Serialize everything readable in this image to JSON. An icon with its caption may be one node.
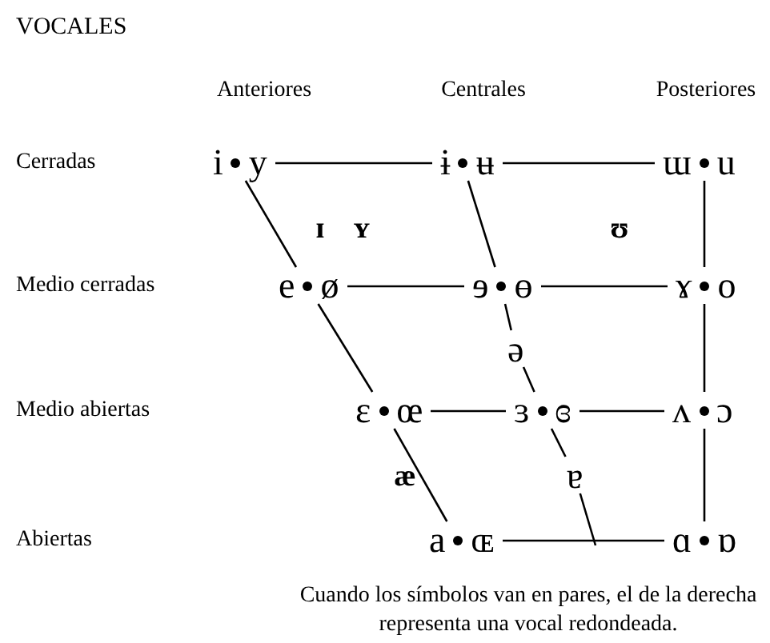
{
  "diagram": {
    "title": "VOCALES",
    "nodes": [
      {
        "text": [
          "i",
          "y"
        ]
      },
      {
        "text": [
          "ɨ",
          "ʉ"
        ]
      },
      {
        "text": [
          "ɯ",
          "u"
        ]
      },
      {
        "text": [
          "e",
          "ø"
        ]
      },
      {
        "text": [
          "ɘ",
          "ɵ"
        ]
      },
      {
        "text": [
          "ɤ",
          "o"
        ]
      },
      {
        "text": [
          "ə"
        ]
      },
      {
        "text": [
          "ɛ",
          "œ"
        ]
      },
      {
        "text": [
          "ɜ",
          "ɞ"
        ]
      },
      {
        "text": [
          "ʌ",
          "ɔ"
        ]
      },
      {
        "text": [
          "ɐ"
        ]
      },
      {
        "text": [
          "a",
          "ɶ"
        ]
      },
      {
        "text": [
          "ɑ",
          "ɒ"
        ]
      }
    ],
    "edges": [
      {
        "from": 0,
        "to": 1,
        "arrow": "none"
      },
      {
        "from": 1,
        "to": 2,
        "arrow": "none"
      },
      {
        "from": 3,
        "to": 4,
        "arrow": "none"
      },
      {
        "from": 4,
        "to": 5,
        "arrow": "none"
      },
      {
        "from": 7,
        "to": 8,
        "arrow": "none"
      },
      {
        "from": 8,
        "to": 9,
        "arrow": "none"
      },
      {
        "from": 11,
        "to": 12,
        "arrow": "none"
      },
      {
        "from": 0,
        "to": 3,
        "arrow": "none"
      },
      {
        "from": 3,
        "to": 7,
        "arrow": "none"
      },
      {
        "from": 7,
        "to": 11,
        "arrow": "none"
      },
      {
        "from": 1,
        "to": 4,
        "arrow": "none"
      },
      {
        "from": 4,
        "to": 6,
        "arrow": "none"
      },
      {
        "from": 6,
        "to": 8,
        "arrow": "none"
      },
      {
        "from": 8,
        "to": 10,
        "arrow": "none"
      },
      {
        "from": 10,
        "to": null,
        "arrow": "none"
      },
      {
        "from": 2,
        "to": 5,
        "arrow": "none"
      },
      {
        "from": 5,
        "to": 9,
        "arrow": "none"
      },
      {
        "from": 9,
        "to": 12,
        "arrow": "none"
      }
    ],
    "labels": [
      "Anteriores",
      "Centrales",
      "Posteriores",
      "Cerradas",
      "ɪ",
      "ʏ",
      "ʊ",
      "Medio cerradas",
      "Medio abiertas",
      "æ",
      "Abiertas"
    ],
    "caption": "Cuando los símbolos van en pares, el de la derecha representa una vocal redondeada."
  }
}
